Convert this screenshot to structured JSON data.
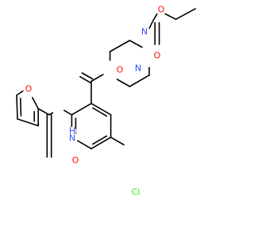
{
  "molecule": {
    "colors": {
      "bond": "#000000",
      "C": "#000000",
      "O": "#ff0d0d",
      "N": "#3050f8",
      "Cl": "#1ff01f",
      "background": "#ffffff"
    },
    "atom_labels": {
      "o_ethyl_ester": "O",
      "o_ester_carbonyl": "O",
      "n_piperazine_carbamate": "N",
      "n_piperazine_amide": "N",
      "o_amide_carbonyl": "O",
      "o_furan_ring": "O",
      "n_amide_nh": "N",
      "h_amide_nh": "H",
      "o_furoyl_carbonyl": "O",
      "cl_aryl": "Cl"
    }
  }
}
